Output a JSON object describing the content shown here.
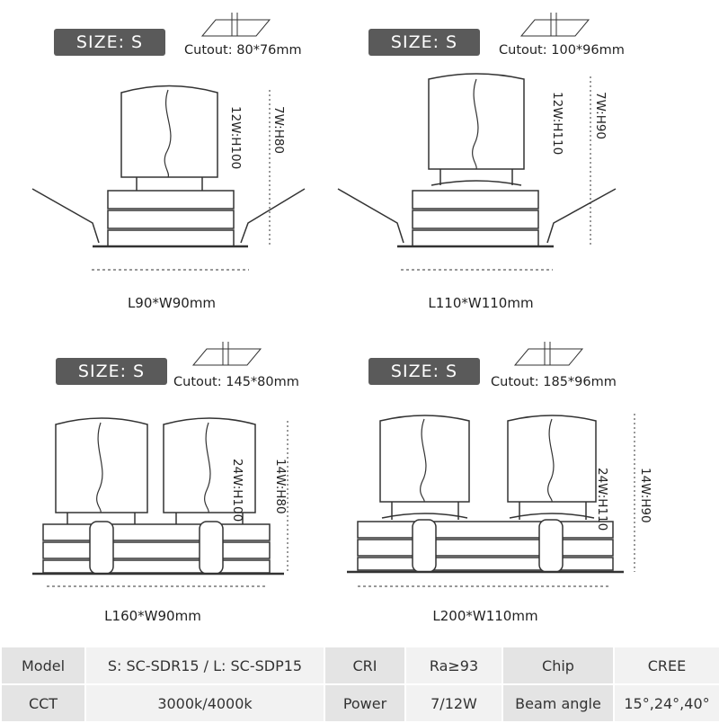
{
  "panels": [
    {
      "size_label": "SIZE: S",
      "cutout": "Cutout: 80*76mm",
      "height_lines": [
        "7W:H80",
        "12W:H100"
      ],
      "dimensions": "L90*W90mm"
    },
    {
      "size_label": "SIZE: S",
      "cutout": "Cutout: 100*96mm",
      "height_lines": [
        "7W:H90",
        "12W:H110"
      ],
      "dimensions": "L110*W110mm"
    },
    {
      "size_label": "SIZE: S",
      "cutout": "Cutout: 145*80mm",
      "height_lines": [
        "14W:H80",
        "24W:H100"
      ],
      "dimensions": "L160*W90mm"
    },
    {
      "size_label": "SIZE: S",
      "cutout": "Cutout: 185*96mm",
      "height_lines": [
        "14W:H90",
        "24W:H110"
      ],
      "dimensions": "L200*W110mm"
    }
  ],
  "specs": {
    "row1": [
      {
        "label": "Model",
        "value": "S: SC-SDR15 / L: SC-SDP15"
      },
      {
        "label": "CRI",
        "value": "Ra≥93"
      },
      {
        "label": "Chip",
        "value": "CREE"
      }
    ],
    "row2": [
      {
        "label": "CCT",
        "value": "3000k/4000k"
      },
      {
        "label": "Power",
        "value": "7/12W"
      },
      {
        "label": "Beam angle",
        "value": "15°,24°,40°"
      }
    ]
  },
  "colors": {
    "badge": "#5a5a5a",
    "table_label_bg": "#e4e4e4",
    "table_value_bg": "#f2f2f2",
    "line": "#333333"
  }
}
